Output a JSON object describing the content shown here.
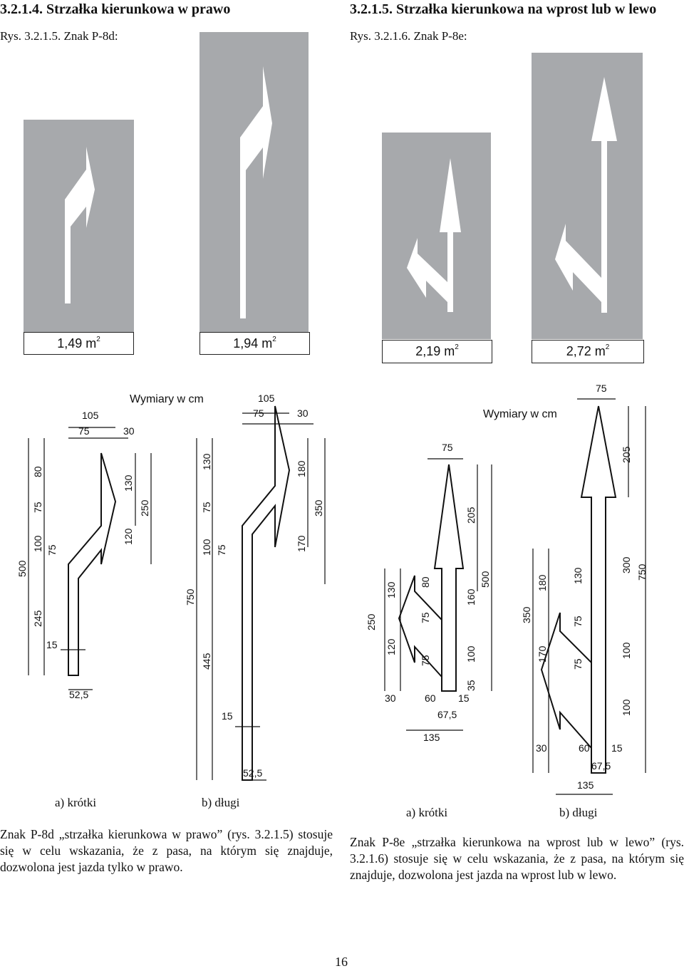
{
  "left": {
    "heading": "3.2.1.4. Strzałka kierunkowa w prawo",
    "figure_caption": "Rys. 3.2.1.5. Znak P-8d:",
    "panels": [
      {
        "area": "1,49 m",
        "exp": "2"
      },
      {
        "area": "1,94 m",
        "exp": "2"
      }
    ],
    "units_note": "Wymiary w cm",
    "sublabels": [
      "a) krótki",
      "b) długi"
    ],
    "paragraph": "Znak P-8d „strzałka kierunkowa w prawo” (rys. 3.2.1.5) stosuje się w celu wskazania, że z pasa, na którym się znajduje, dozwolona jest jazda tylko w prawo.",
    "dims_a": [
      "105",
      "75",
      "30",
      "80",
      "75",
      "100",
      "75",
      "500",
      "245",
      "15",
      "52,5",
      "130",
      "120",
      "250"
    ],
    "dims_b": [
      "105",
      "75",
      "30",
      "130",
      "75",
      "100",
      "75",
      "750",
      "445",
      "15",
      "52,5",
      "180",
      "170",
      "350"
    ]
  },
  "right": {
    "heading": "3.2.1.5. Strzałka kierunkowa na wprost lub w lewo",
    "figure_caption": "Rys. 3.2.1.6. Znak P-8e:",
    "panels": [
      {
        "area": "2,19 m",
        "exp": "2"
      },
      {
        "area": "2,72 m",
        "exp": "2"
      }
    ],
    "units_note": "Wymiary w cm",
    "sublabels": [
      "a) krótki",
      "b) długi"
    ],
    "paragraph": "Znak P-8e „strzałka kierunkowa na wprost lub w lewo” (rys. 3.2.1.6) stosuje się w celu wskazania, że z pasa, na którym się znajduje, dozwolona jest jazda na wprost lub w lewo.",
    "dims_a": [
      "75",
      "205",
      "500",
      "160",
      "100",
      "35",
      "250",
      "130",
      "120",
      "80",
      "75",
      "75",
      "30",
      "60",
      "15",
      "67,5",
      "135"
    ],
    "dims_b": [
      "75",
      "205",
      "300",
      "750",
      "100",
      "100",
      "350",
      "180",
      "170",
      "130",
      "75",
      "75",
      "30",
      "60",
      "15",
      "67,5",
      "135"
    ]
  },
  "page_number": "16",
  "colors": {
    "panel": "#a7a9ac",
    "marking": "#ffffff",
    "text": "#111111"
  }
}
